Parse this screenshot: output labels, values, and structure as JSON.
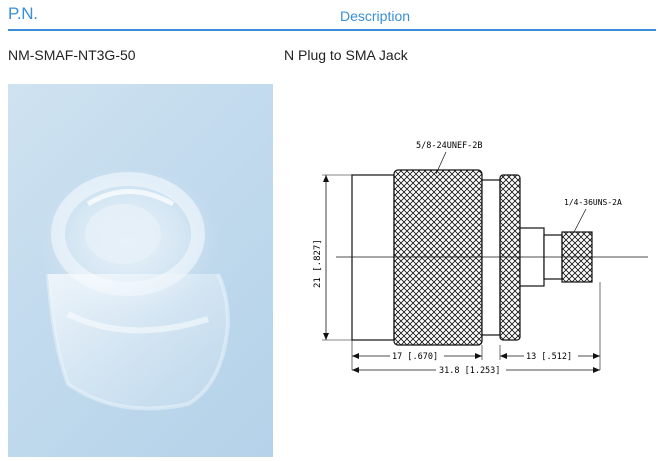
{
  "header": {
    "pn_label": "P.N.",
    "description_label": "Description",
    "accent_color": "#3a8fd6"
  },
  "product": {
    "part_number": "NM-SMAF-NT3G-50",
    "description": "N Plug to SMA Jack"
  },
  "drawing": {
    "thread_top": "5/8-24UNEF-2B",
    "thread_right": "1/4-36UNS-2A",
    "dim_height": "21 [.827]",
    "dim_left": "17 [.670]",
    "dim_right": "13 [.512]",
    "dim_total": "31.8 [1.253]"
  }
}
